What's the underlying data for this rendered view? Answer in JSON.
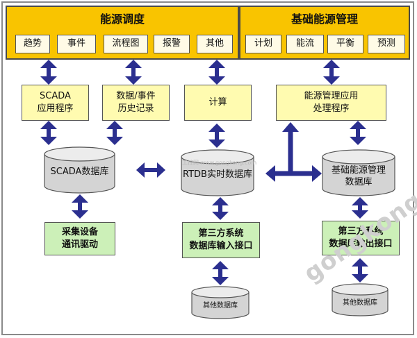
{
  "banners": {
    "left": {
      "title": "能源调度",
      "buttons": [
        "趋势",
        "事件",
        "流程图",
        "报警",
        "其他"
      ]
    },
    "right": {
      "title": "基础能源管理",
      "buttons": [
        "计划",
        "能流",
        "平衡",
        "预测"
      ]
    }
  },
  "boxes": {
    "scada_app": "SCADA\n应用程序",
    "history": "数据/事件\n历史记录",
    "calc": "计算",
    "energy_app": "能源管理应用\n处理程序",
    "collector": "采集设备\n通讯驱动",
    "input_iface": "第三方系统\n数据库输入接口",
    "output_iface": "第三方系统\n数据库输出接口"
  },
  "databases": {
    "scada_db": "SCADA数据库",
    "rtdb": "RTDB实时数据库",
    "energy_db": "基础能源管理\n数据库",
    "other_db_left": "其他数据库",
    "other_db_right": "其他数据库"
  },
  "watermarks": {
    "main": "gongkong®",
    "small": "工控网 www.gongkong.com"
  },
  "colors": {
    "banner": "#f9c400",
    "box_light": "#fffbb0",
    "box_green": "#ccf0b8",
    "arrow": "#2b2f8f"
  }
}
